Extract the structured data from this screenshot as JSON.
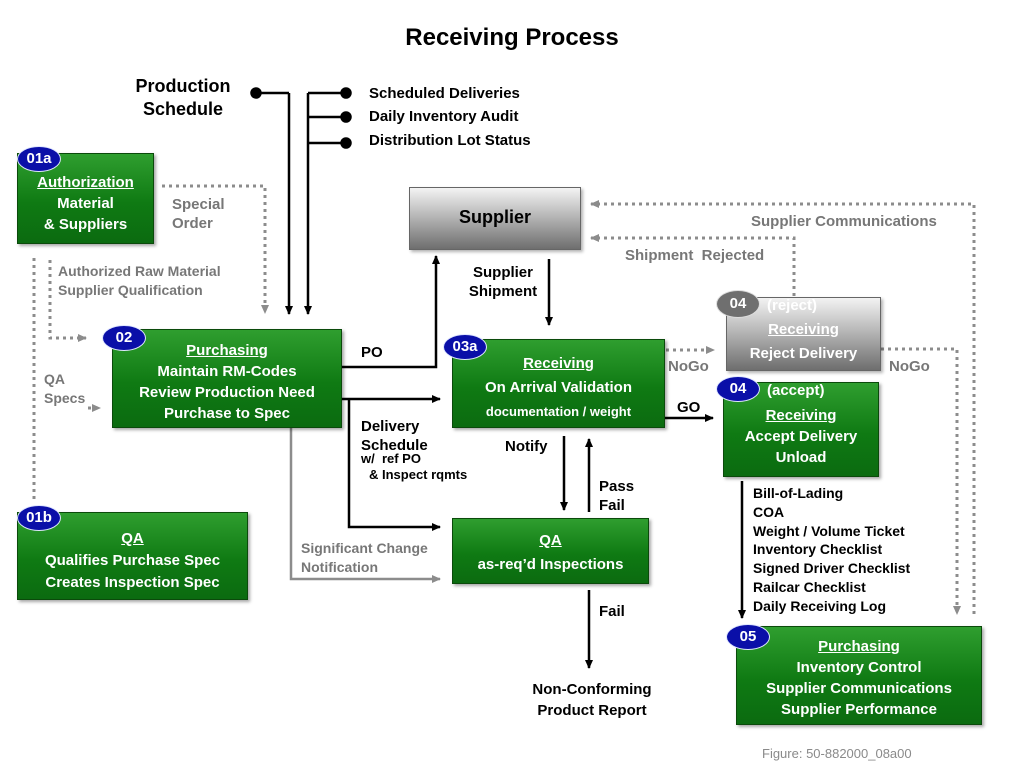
{
  "title": "Receiving Process",
  "production_schedule": [
    "Production",
    "Schedule"
  ],
  "schedule_inputs": [
    "Scheduled Deliveries",
    "Daily Inventory Audit",
    "Distribution Lot Status"
  ],
  "nodes": {
    "authorization": {
      "badge": "01a",
      "header": "Authorization",
      "lines": [
        "Material",
        "& Suppliers"
      ]
    },
    "qa_specs_box": {
      "badge": "01b",
      "header": "QA",
      "lines": [
        "Qualifies Purchase Spec",
        "Creates Inspection Spec"
      ]
    },
    "purchasing": {
      "badge": "02",
      "header": "Purchasing",
      "lines": [
        "Maintain RM-Codes",
        "Review Production Need",
        "Purchase to Spec"
      ]
    },
    "supplier": {
      "header": "Supplier"
    },
    "receiving_validation": {
      "badge": "03a",
      "header": "Receiving",
      "lines": [
        "On Arrival Validation",
        "documentation / weight"
      ]
    },
    "reject": {
      "badge": "04",
      "tag": "(reject)",
      "header": "Receiving",
      "lines": [
        "Reject Delivery"
      ]
    },
    "accept": {
      "badge": "04",
      "tag": "(accept)",
      "header": "Receiving",
      "lines": [
        "Accept Delivery",
        "Unload"
      ]
    },
    "qa_inspect": {
      "header": "QA",
      "lines": [
        "as-req’d Inspections"
      ]
    },
    "purchasing_final": {
      "badge": "05",
      "header": "Purchasing",
      "lines": [
        "Inventory Control",
        "Supplier Communications",
        "Supplier Performance"
      ]
    }
  },
  "labels": {
    "special_order": [
      "Special",
      "Order"
    ],
    "authorized_rm": [
      "Authorized Raw Material",
      "Supplier Qualification"
    ],
    "qa_specs": [
      "QA",
      "Specs"
    ],
    "po": "PO",
    "supplier_shipment": [
      "Supplier",
      "Shipment"
    ],
    "supplier_comms": "Supplier Communications",
    "shipment_rejected": "Shipment  Rejected",
    "nogo_left": "NoGo",
    "nogo_right": "NoGo",
    "go": "GO",
    "delivery_schedule": [
      "Delivery",
      "Schedule"
    ],
    "w_ref_po": "w/  ref PO",
    "inspect_rqmts": "& Inspect rqmts",
    "notify": "Notify",
    "pass": "Pass",
    "fail_upper": "Fail",
    "fail_lower": "Fail",
    "significant_change": [
      "Significant Change",
      "Notification"
    ],
    "nonconforming": [
      "Non-Conforming",
      "Product Report"
    ],
    "documents": [
      "Bill-of-Lading",
      "COA",
      "Weight / Volume Ticket",
      "Inventory Checklist",
      "Signed Driver Checklist",
      "Railcar Checklist",
      "Daily Receiving Log"
    ]
  },
  "footer": "Figure: 50-882000_08a00",
  "colors": {
    "box_green": "#0f7a13",
    "badge_blue": "#0a0fa8",
    "dotted_gray": "#8c8c8c",
    "line_black": "#000000"
  }
}
